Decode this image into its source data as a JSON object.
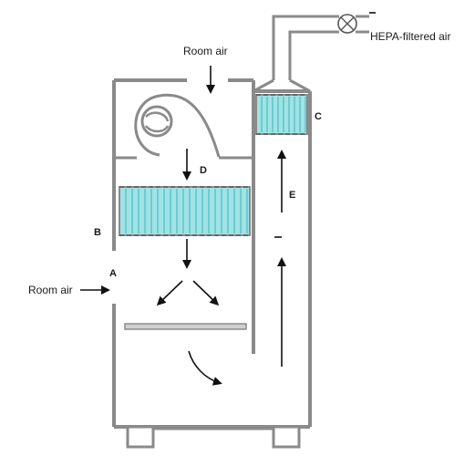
{
  "labels": {
    "room_air_top": "Room air",
    "room_air_left": "Room air",
    "hepa_filtered_air": "HEPA-filtered air",
    "letter_a": "A",
    "letter_b": "B",
    "letter_c": "C",
    "letter_d": "D",
    "letter_e": "E"
  },
  "colors": {
    "filter_fill": "#9fe3e6",
    "filter_stripe": "#5bbfc4",
    "wall": "#8a8a8a",
    "arrow": "#111111"
  }
}
